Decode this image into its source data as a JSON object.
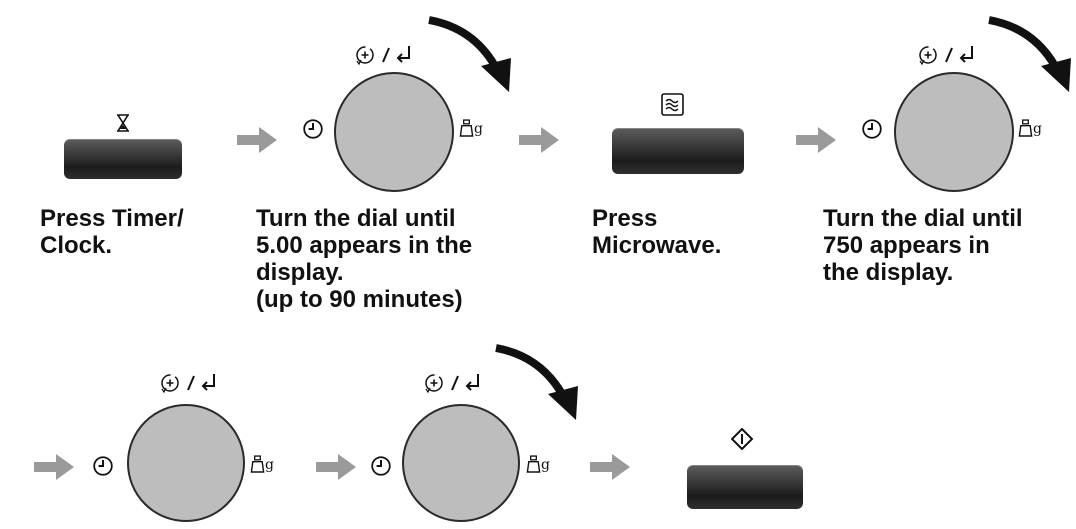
{
  "steps": [
    {
      "caption": [
        "Press Timer/",
        "Clock."
      ]
    },
    {
      "caption": [
        "Turn the dial until",
        "5.00 appears in the",
        "display.",
        "(up to 90 minutes)"
      ]
    },
    {
      "caption": [
        "Press",
        "Microwave."
      ]
    },
    {
      "caption": [
        "Turn the dial until",
        "750 appears in",
        "the display."
      ]
    }
  ],
  "icons": {
    "timer": "hourglass-icon",
    "microwave": "microwave-waves-icon",
    "start": "start-diamond-icon",
    "dial_top": "plus-clock-enter-icon",
    "dial_left": "clock-icon",
    "dial_right": "weight-g-icon",
    "rotation": "clockwise-arrow-icon",
    "flow": "right-arrow-icon"
  },
  "weight_unit": "g",
  "colors": {
    "button_dark": "#2a2a2a",
    "dial_fill": "#bdbdbd",
    "flow_arrow": "#9a9a9a"
  }
}
